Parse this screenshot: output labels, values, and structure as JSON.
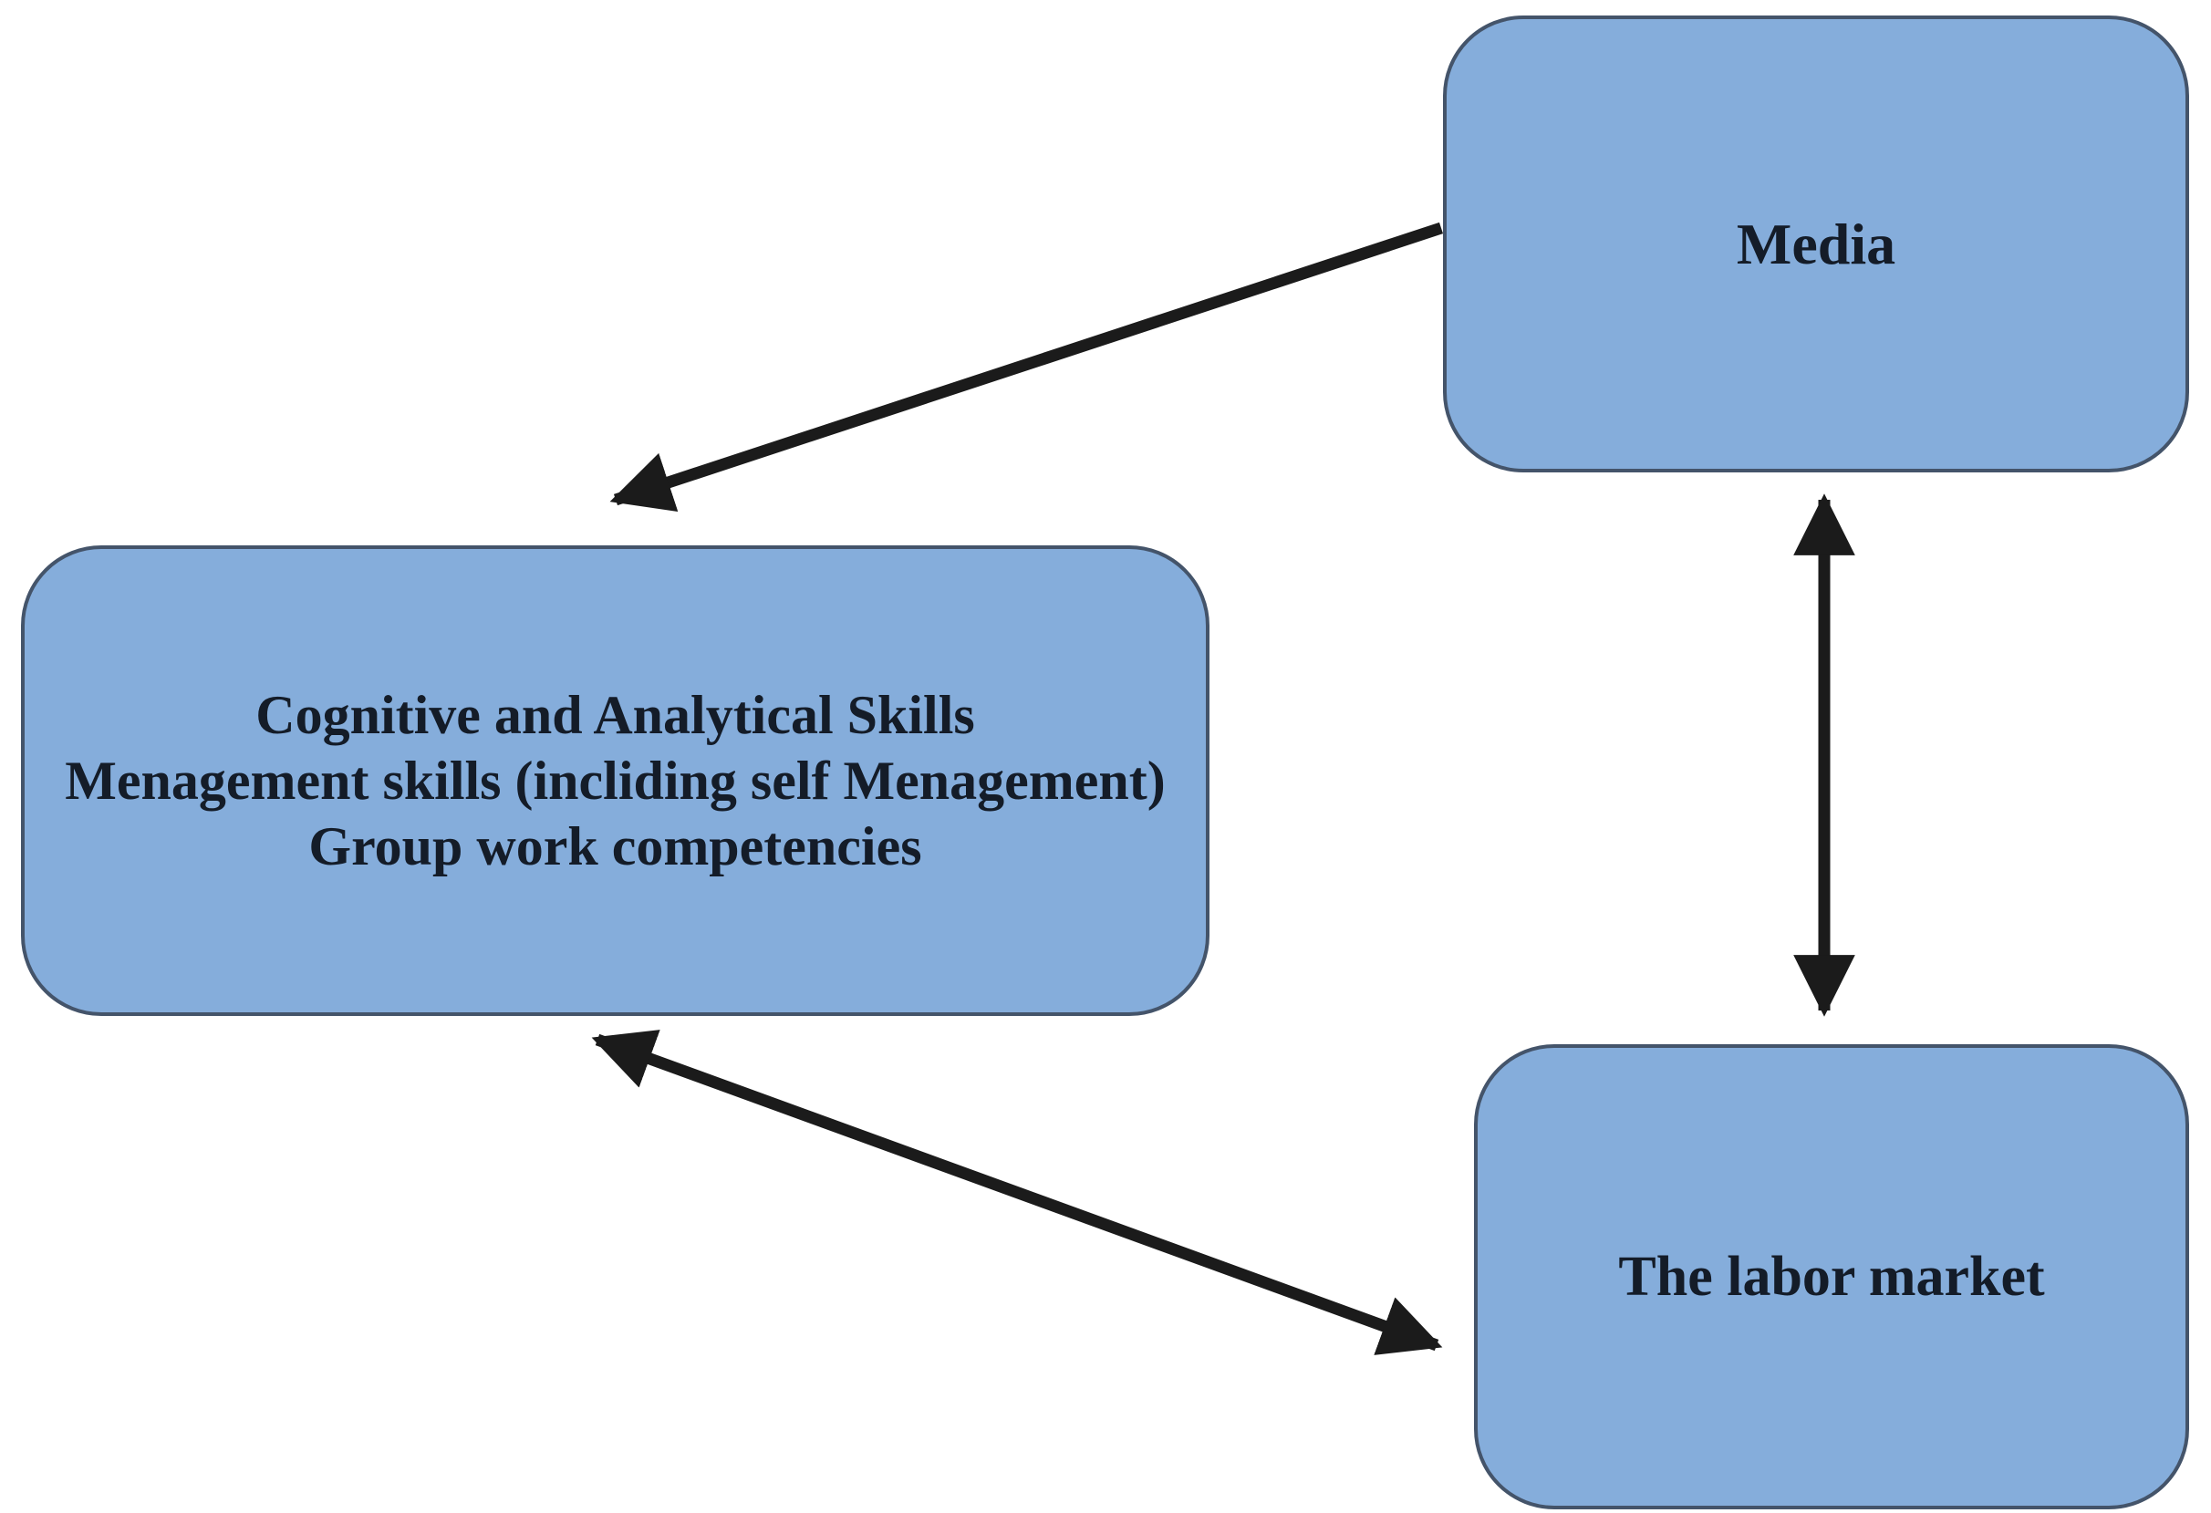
{
  "theme": {
    "background": "#ffffff",
    "box_fill": "#85ADDB",
    "box_border": "#44546A",
    "text_color": "#141C28",
    "arrow_color": "#1B1B1B"
  },
  "diagram": {
    "nodes": {
      "media": {
        "label": "Media"
      },
      "skills": {
        "lines": [
          "Cognitive and Analytical Skills",
          "Menagement skills (incliding self Menagement)",
          "Group work competencies"
        ]
      },
      "labor": {
        "label": "The labor market"
      }
    },
    "connections": [
      {
        "from": "media",
        "to": "skills",
        "arrow": "single-headed"
      },
      {
        "from": "media",
        "to": "labor",
        "arrow": "double-headed"
      },
      {
        "from": "skills",
        "to": "labor",
        "arrow": "double-headed"
      }
    ]
  }
}
